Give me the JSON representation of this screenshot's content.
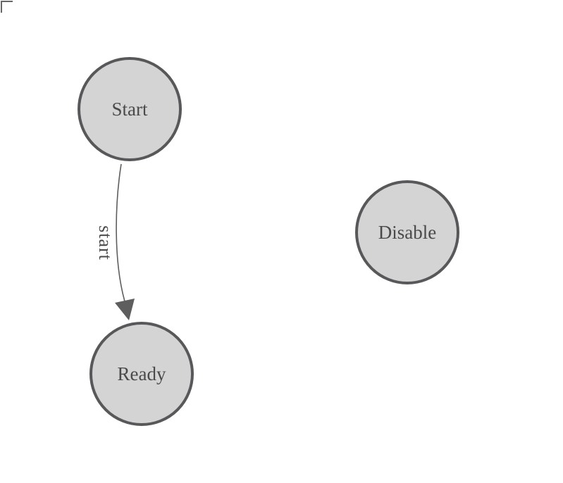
{
  "diagram": {
    "nodes": [
      {
        "id": "start",
        "label": "Start"
      },
      {
        "id": "ready",
        "label": "Ready"
      },
      {
        "id": "disable",
        "label": "Disable"
      }
    ],
    "edges": [
      {
        "from": "Start",
        "to": "Ready",
        "label": "start"
      }
    ],
    "colors": {
      "node_fill": "#d4d4d4",
      "node_stroke": "#58585a",
      "label_text": "#4a4a4a",
      "edge_stroke": "#5e5e5e",
      "canvas_border": "#666666",
      "background": "#ffffff"
    }
  }
}
